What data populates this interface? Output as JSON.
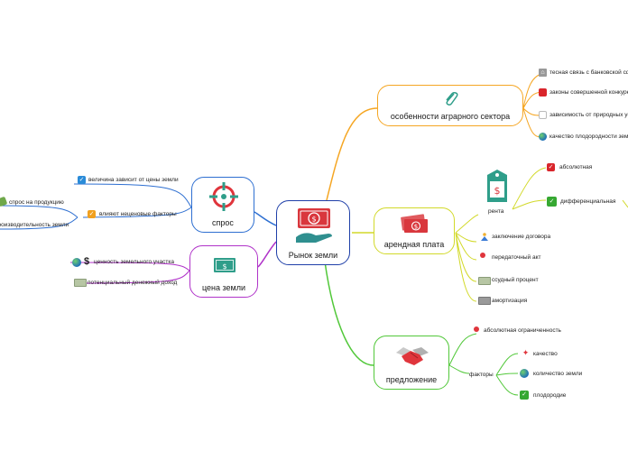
{
  "central": {
    "label": "Рынок земли"
  },
  "branches": {
    "agrarian": {
      "label": "особенности аграрного сектора",
      "icon": "paperclip-icon",
      "items": [
        {
          "icon": "bank-icon",
          "label": "тесная связь с банковской сферой"
        },
        {
          "icon": "book-icon",
          "label": "законы совершенной конкуренции"
        },
        {
          "icon": "pentagon-icon",
          "label": "зависимость от природных условий"
        },
        {
          "icon": "globe-icon",
          "label": "качество плодородности земли"
        }
      ]
    },
    "rent": {
      "label": "арендная плата",
      "icon": "money-stack-icon",
      "sub_label": "рента",
      "sub_icon": "price-tag-icon",
      "rent_items": [
        {
          "icon": "check-icon",
          "label": "абсолютная"
        },
        {
          "icon": "check-icon",
          "label": "дифференциальная"
        }
      ],
      "items": [
        {
          "icon": "person-icon",
          "label": "заключение договора"
        },
        {
          "icon": "pin-icon",
          "label": "передаточный акт"
        },
        {
          "icon": "bill-icon",
          "label": "ссудный процент"
        },
        {
          "icon": "bill-icon",
          "label": "амортизация"
        }
      ]
    },
    "supply": {
      "label": "предложение",
      "icon": "handshake-icon",
      "items": [
        {
          "icon": "pin-icon",
          "label": "абсолютная ограниченность"
        }
      ],
      "factors_label": "факторы",
      "factors": [
        {
          "icon": "pushpin-icon",
          "label": "качество"
        },
        {
          "icon": "globe-icon",
          "label": "количество земли"
        },
        {
          "icon": "check-icon",
          "label": "плодородие"
        }
      ]
    },
    "demand": {
      "label": "спрос",
      "icon": "target-icon",
      "items": [
        {
          "icon": "check-icon",
          "label": "величина зависит от цены земли"
        },
        {
          "icon": "check-icon",
          "label": "влияют неценовые факторы"
        }
      ],
      "far_items": [
        {
          "icon": "money-icon",
          "label": "спрос на продукцию"
        },
        {
          "icon": "",
          "label": "производительность земли"
        }
      ]
    },
    "price": {
      "label": "цена земли",
      "icon": "bill-icon",
      "items": [
        {
          "icon": "globe-dollar-icon",
          "label": "ценность земельного участка"
        },
        {
          "icon": "bill-icon",
          "label": "потенциальный денежный доход"
        }
      ]
    }
  },
  "colors": {
    "agrarian": "#f5a623",
    "rent": "#d2d92a",
    "supply": "#52c83a",
    "demand": "#2e6fd1",
    "price": "#b033c9",
    "central": "#1f3fa8"
  }
}
